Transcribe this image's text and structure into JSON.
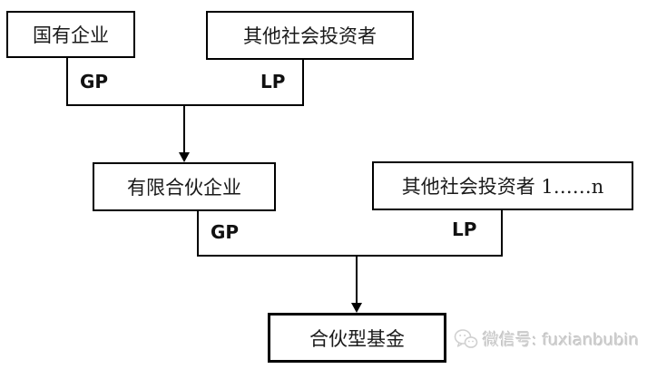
{
  "diagram": {
    "background_color": "#ffffff",
    "line_color": "#000000",
    "nodes": {
      "soe": {
        "label": "国有企业"
      },
      "other_investors_top": {
        "label": "其他社会投资者"
      },
      "limited_partnership": {
        "label": "有限合伙企业"
      },
      "other_investors_n": {
        "label": "其他社会投资者 1……n"
      },
      "partnership_fund": {
        "label": "合伙型基金"
      }
    },
    "edge_labels": {
      "gp_top": "GP",
      "lp_top": "LP",
      "gp_bottom": "GP",
      "lp_bottom": "LP"
    }
  },
  "watermark": {
    "icon": "wechat-icon",
    "text": "微信号: fuxianbubin",
    "color": "#d0d0d0"
  }
}
